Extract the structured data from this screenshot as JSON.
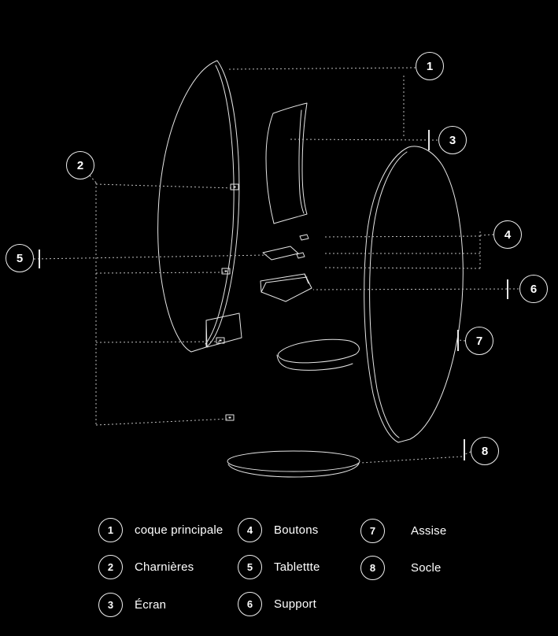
{
  "colors": {
    "background": "#000000",
    "line": "#ffffff"
  },
  "diagram": {
    "callouts": [
      {
        "num": "1"
      },
      {
        "num": "2"
      },
      {
        "num": "3"
      },
      {
        "num": "4"
      },
      {
        "num": "5"
      },
      {
        "num": "6"
      },
      {
        "num": "7"
      },
      {
        "num": "8"
      }
    ]
  },
  "legend": {
    "items": [
      {
        "num": "1",
        "label": "coque principale"
      },
      {
        "num": "2",
        "label": "Charnières"
      },
      {
        "num": "3",
        "label": "Écran"
      },
      {
        "num": "4",
        "label": "Boutons"
      },
      {
        "num": "5",
        "label": "Tablettte"
      },
      {
        "num": "6",
        "label": "Support"
      },
      {
        "num": "7",
        "label": "Assise"
      },
      {
        "num": "8",
        "label": "Socle"
      }
    ]
  }
}
